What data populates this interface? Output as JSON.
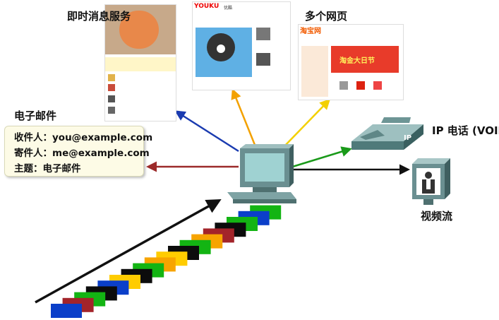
{
  "labels": {
    "im": "即时消息服务",
    "web": "多个网页",
    "email": "电子邮件",
    "voip": "IP 电话 (VOIP)",
    "video": "视频流"
  },
  "email": {
    "to": "收件人：you@example.com",
    "from": "寄件人：me@example.com",
    "subject": "主题：电子邮件"
  },
  "screens": {
    "youku_logo": "YOUKU",
    "youku_tagline": "优酷",
    "taobao_logo": "淘宝网",
    "taobao_banner": "淘金大日节",
    "voip_phone_text": "IP"
  },
  "colors": {
    "arrow_im": "#1a3bb0",
    "arrow_youku": "#f3a100",
    "arrow_taobao": "#f3d000",
    "arrow_email": "#9c2a2a",
    "arrow_voip": "#1a9a1a",
    "arrow_video": "#111111",
    "stream_input": "#111111"
  },
  "packets": [
    "blue",
    "red",
    "green",
    "black",
    "blue",
    "yellow",
    "black",
    "green",
    "orange",
    "yellow",
    "black",
    "green",
    "orange",
    "red",
    "black",
    "green",
    "blue",
    "green"
  ]
}
